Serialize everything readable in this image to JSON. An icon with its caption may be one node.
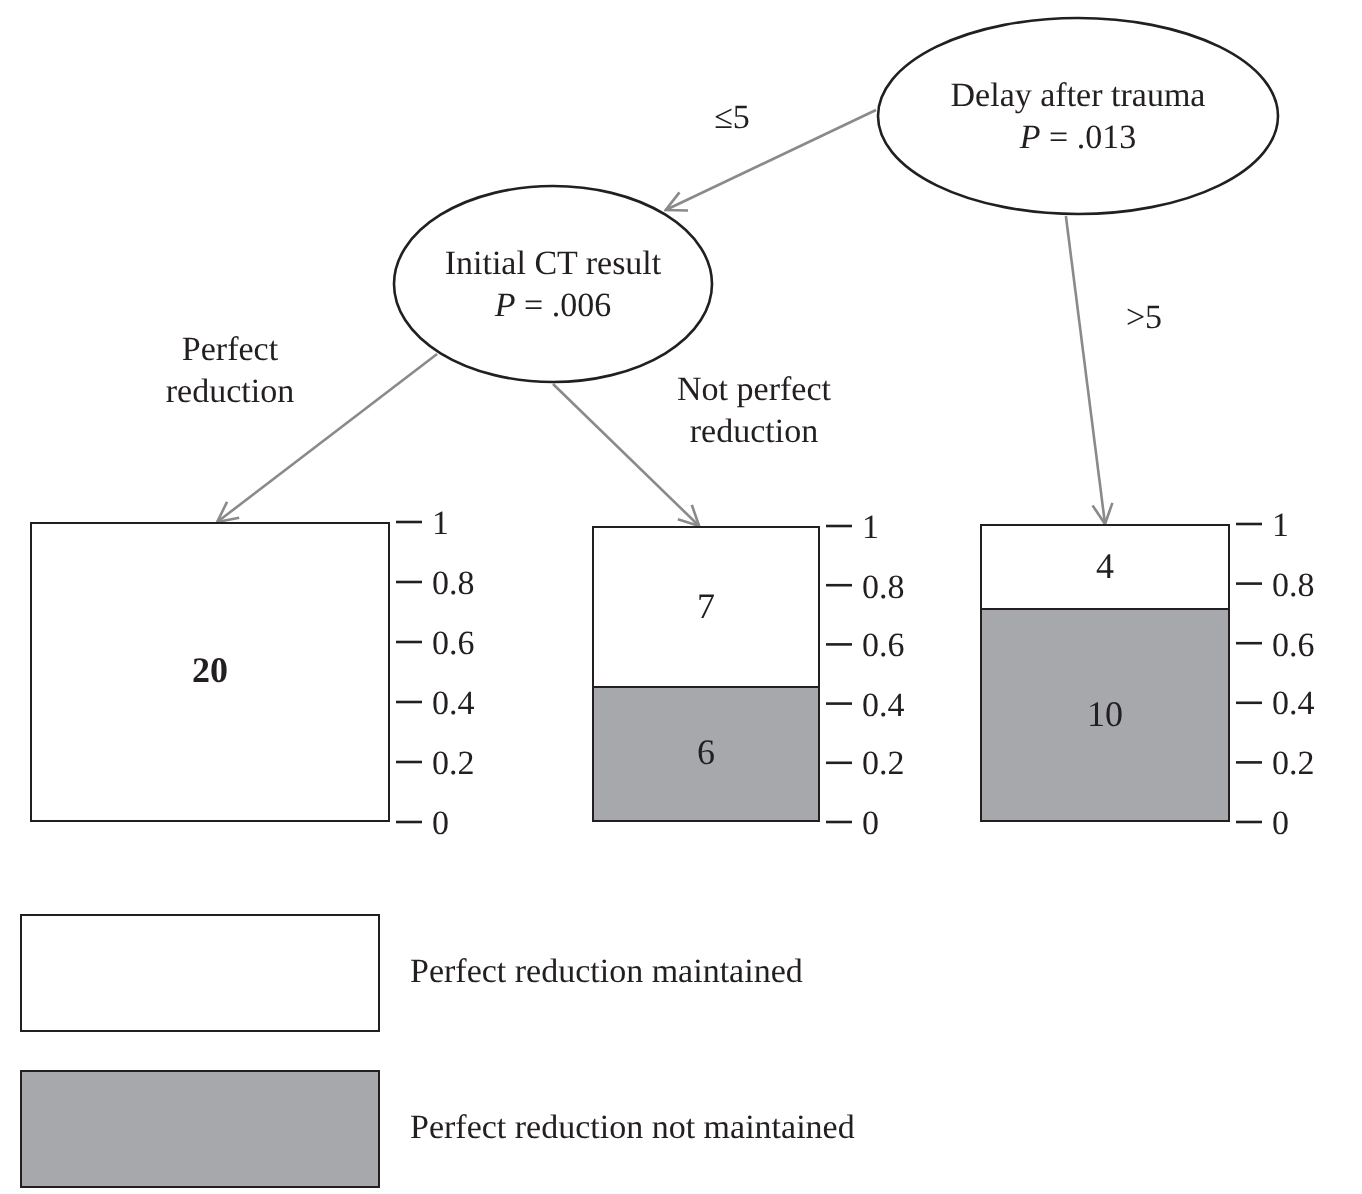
{
  "diagram": {
    "nodes": [
      {
        "text": [
          "Delay after trauma",
          "*P* = .013"
        ]
      },
      {
        "text": [
          "Initial CT result",
          "*P* = .006"
        ]
      },
      {
        "text": [],
        "shape": "bar"
      },
      {
        "text": [
          "20"
        ],
        "in": 2
      },
      {
        "text": [],
        "shape": "bar"
      },
      {
        "text": [
          "7"
        ],
        "in": 4
      },
      {
        "text": [
          "6"
        ],
        "in": 4
      },
      {
        "text": [],
        "shape": "bar"
      },
      {
        "text": [
          "4"
        ],
        "in": 7
      },
      {
        "text": [
          "10"
        ],
        "in": 7
      }
    ],
    "edges": [
      {
        "from": 0,
        "to": 1,
        "arrow": "to",
        "label": "≤5"
      },
      {
        "from": 1,
        "to": 2,
        "arrow": "to",
        "label": "Perfect reduction"
      },
      {
        "from": 1,
        "to": 4,
        "arrow": "to",
        "label": "Not perfect reduction"
      },
      {
        "from": 0,
        "to": 7,
        "arrow": "to",
        "label": ">5"
      }
    ],
    "labels": [
      "1",
      "0.8",
      "0.6",
      "0.4",
      "0.2",
      "0",
      "1",
      "0.8",
      "0.6",
      "0.4",
      "0.2",
      "0",
      "1",
      "0.8",
      "0.6",
      "0.4",
      "0.2",
      "0"
    ],
    "legend": [
      {
        "text": "Perfect reduction maintained",
        "color": "#ffffff"
      },
      {
        "text": "Perfect reduction not maintained",
        "color": "#a7a8ab"
      }
    ]
  }
}
